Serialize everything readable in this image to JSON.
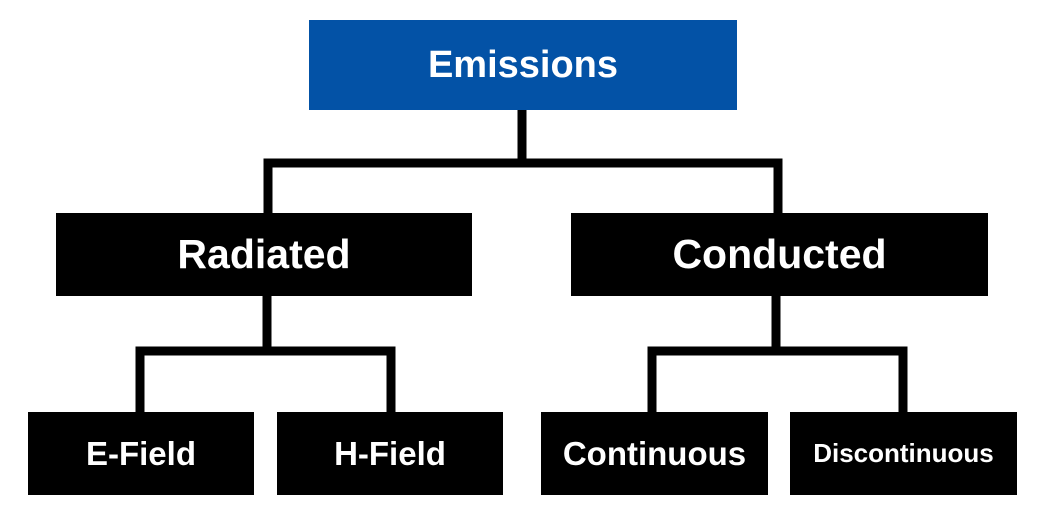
{
  "colors": {
    "root_fill": "#0352A6",
    "node_fill": "#000000",
    "text": "#ffffff",
    "connector": "#000000"
  },
  "nodes": {
    "root": {
      "label": "Emissions"
    },
    "radiated": {
      "label": "Radiated"
    },
    "conducted": {
      "label": "Conducted"
    },
    "efield": {
      "label": "E-Field"
    },
    "hfield": {
      "label": "H-Field"
    },
    "continuous": {
      "label": "Continuous"
    },
    "discontinuous": {
      "label": "Discontinuous"
    }
  },
  "edges": [
    {
      "from": "root",
      "to": "radiated"
    },
    {
      "from": "root",
      "to": "conducted"
    },
    {
      "from": "radiated",
      "to": "efield"
    },
    {
      "from": "radiated",
      "to": "hfield"
    },
    {
      "from": "conducted",
      "to": "continuous"
    },
    {
      "from": "conducted",
      "to": "discontinuous"
    }
  ]
}
